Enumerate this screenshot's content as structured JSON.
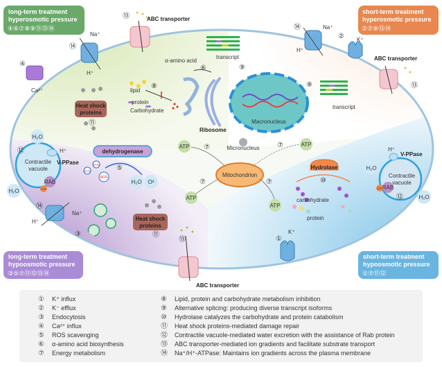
{
  "boxes": {
    "lt_hyper": {
      "line1": "long-term treatment",
      "line2": "hyperosmotic pressure",
      "numbers": "④⑥⑦⑧⑨⑪⑬⑭",
      "color": "#6aa96a"
    },
    "st_hyper": {
      "line1": "short-term treatment",
      "line2": "hyperosmotic pressure",
      "numbers": "②⑦⑨⑬⑭",
      "color": "#e8874f"
    },
    "lt_hypo": {
      "line1": "long-term treatment",
      "line2": "hypoosmotic pressure",
      "numbers": "③⑤⑦⑪⑫⑬⑭",
      "color": "#a98bd6"
    },
    "st_hypo": {
      "line1": "short-term treatment",
      "line2": "hypoosmotic pressure",
      "numbers": "①⑦⑪⑫",
      "color": "#6ab4e0"
    }
  },
  "labels": {
    "abc": "ABC transporter",
    "na": "Na⁺",
    "h": "H⁺",
    "k": "K⁺",
    "ca": "Ca²⁺",
    "hsp": "Heat shock",
    "hsp2": "proteins",
    "lipid": "lipid",
    "protein": "protein",
    "carbohydrate_cap": "Carbohydrate",
    "carbohydrate": "carbohydrate",
    "amino": "α-amino acid",
    "transcript": "transcript",
    "ribosome": "Ribosome",
    "macronucleus": "Macronucleus",
    "micronucleus": "Micronucleus",
    "mitochondrion": "Mitochondrion",
    "atp": "ATP",
    "hydrolase": "Hydrolase",
    "contractile": "Contractile",
    "vacuole": "vacuole",
    "vppase": "V-PPase",
    "h2o": "H₂O",
    "o2": "O²",
    "rab": "RAB",
    "gtp": "GTP",
    "ros": "ROS",
    "dehydrogenase": "dehydrogenase"
  },
  "nums": {
    "n1": "①",
    "n2": "②",
    "n3": "③",
    "n4": "④",
    "n5": "⑤",
    "n6": "⑥",
    "n7": "⑦",
    "n8": "⑧",
    "n9": "⑨",
    "n10": "⑩",
    "n11": "⑪",
    "n12": "⑫",
    "n13": "⑬",
    "n14": "⑭"
  },
  "legend": [
    {
      "num": "①",
      "text": "K⁺ influx"
    },
    {
      "num": "②",
      "text": "K⁻ efflux"
    },
    {
      "num": "③",
      "text": "Endocytosis"
    },
    {
      "num": "④",
      "text": "Ca²⁺ influx"
    },
    {
      "num": "⑤",
      "text": "ROS scavenging"
    },
    {
      "num": "⑥",
      "text": "α-amino acid biosynthesis"
    },
    {
      "num": "⑦",
      "text": "Energy metabolism"
    },
    {
      "num": "⑧",
      "text": "Lipid, protein and carbohydrate metabolism inhibition"
    },
    {
      "num": "⑨",
      "text": "Alternative splicing: producing diverse transcript isoforms"
    },
    {
      "num": "⑩",
      "text": "Hydrolase catalyzes the carbohydrate and protein catabolism"
    },
    {
      "num": "⑪",
      "text": "Heat shock proteins-mediated damage repair"
    },
    {
      "num": "⑫",
      "text": "Contractile vacuole-mediated water excretion with the assistance of Rab protein"
    },
    {
      "num": "⑬",
      "text": "ABC transporter-mediated ion gradients and facilitate substrate transport"
    },
    {
      "num": "⑭",
      "text": "Na⁺/H⁺-ATPase: Maintains ion gradients across the plasma membrane"
    }
  ]
}
